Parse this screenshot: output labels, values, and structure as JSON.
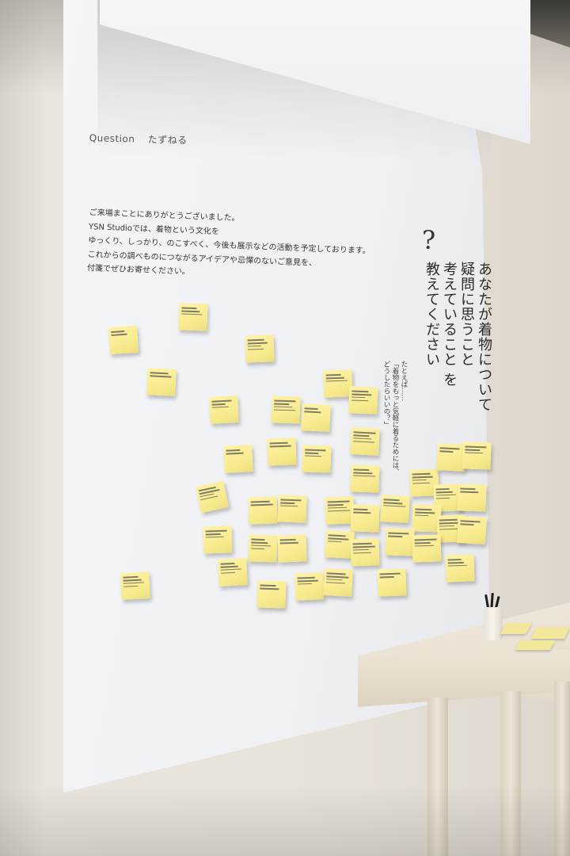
{
  "poster": {
    "question_en": "Question",
    "question_jp": "たずねる",
    "intro_lines": [
      "ご来場まことにありがとうございました。",
      "YSN Studioでは、着物という文化を",
      "ゆっくり、しっかり、のこすべく、今後も展示などの活動を予定しております。",
      "これからの調べものにつながるアイデアや忌憚のないご意見を、",
      "付箋でぜひお寄せください。"
    ],
    "question_mark": "?",
    "main_question_lines": [
      "あなたが着物について",
      "疑問に思うこと",
      "考えていること を",
      "教えてください"
    ],
    "example_lines": [
      "たとえば……",
      "「着物をもっと気軽に着るためには、",
      "どうしたらいいの？」"
    ]
  },
  "colors": {
    "poster": "#f1f2f5",
    "wall": "#e7e2d8",
    "sticky_note": "#f6e98c",
    "table": "#e8dfcf"
  }
}
